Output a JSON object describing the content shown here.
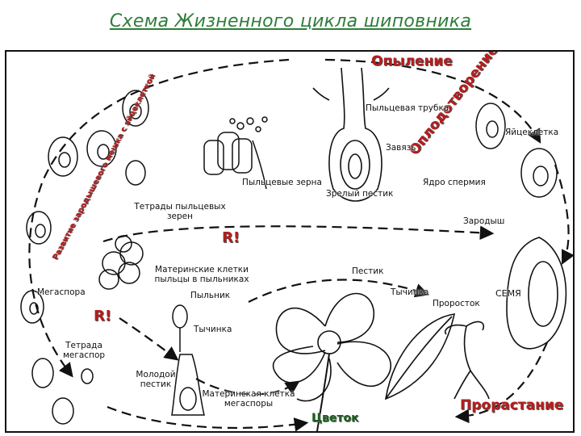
{
  "title": "Схема Жизненного цикла шиповника",
  "stages": {
    "pollination": "Опыление",
    "fertilization": "Оплодотворение",
    "germination": "Прорастание",
    "flower": "Цветок",
    "meiosis_top": "R!",
    "meiosis_bottom": "R!",
    "embryo_sac": "Развитие зародышевого мешка с яйцеклеткой"
  },
  "labels": {
    "pollen_tube": "Пыльцевая трубка",
    "egg_cell": "Яйцеклетка",
    "ovule": "Завязь",
    "pollen_grains": "Пыльцевые зерна",
    "mature_pistil": "Зрелый пестик",
    "sperm_nucleus": "Ядро спермия",
    "pollen_tetrads": "Тетрады пыльцевых зерен",
    "embryo": "Зародыш",
    "mother_cells": "Материнские клетки пыльцы в пыльниках",
    "anther": "Пыльник",
    "pistil": "Пестик",
    "stamen_right": "Тычинка",
    "seedling": "Проросток",
    "seed": "СЕМЯ",
    "megaspore": "Мегаспора",
    "stamen_left": "Тычинка",
    "megaspore_tetrad": "Тетрада мегаспор",
    "young_pistil": "Молодой пестик",
    "megaspore_mother": "Материнская клетка мегаспоры"
  }
}
